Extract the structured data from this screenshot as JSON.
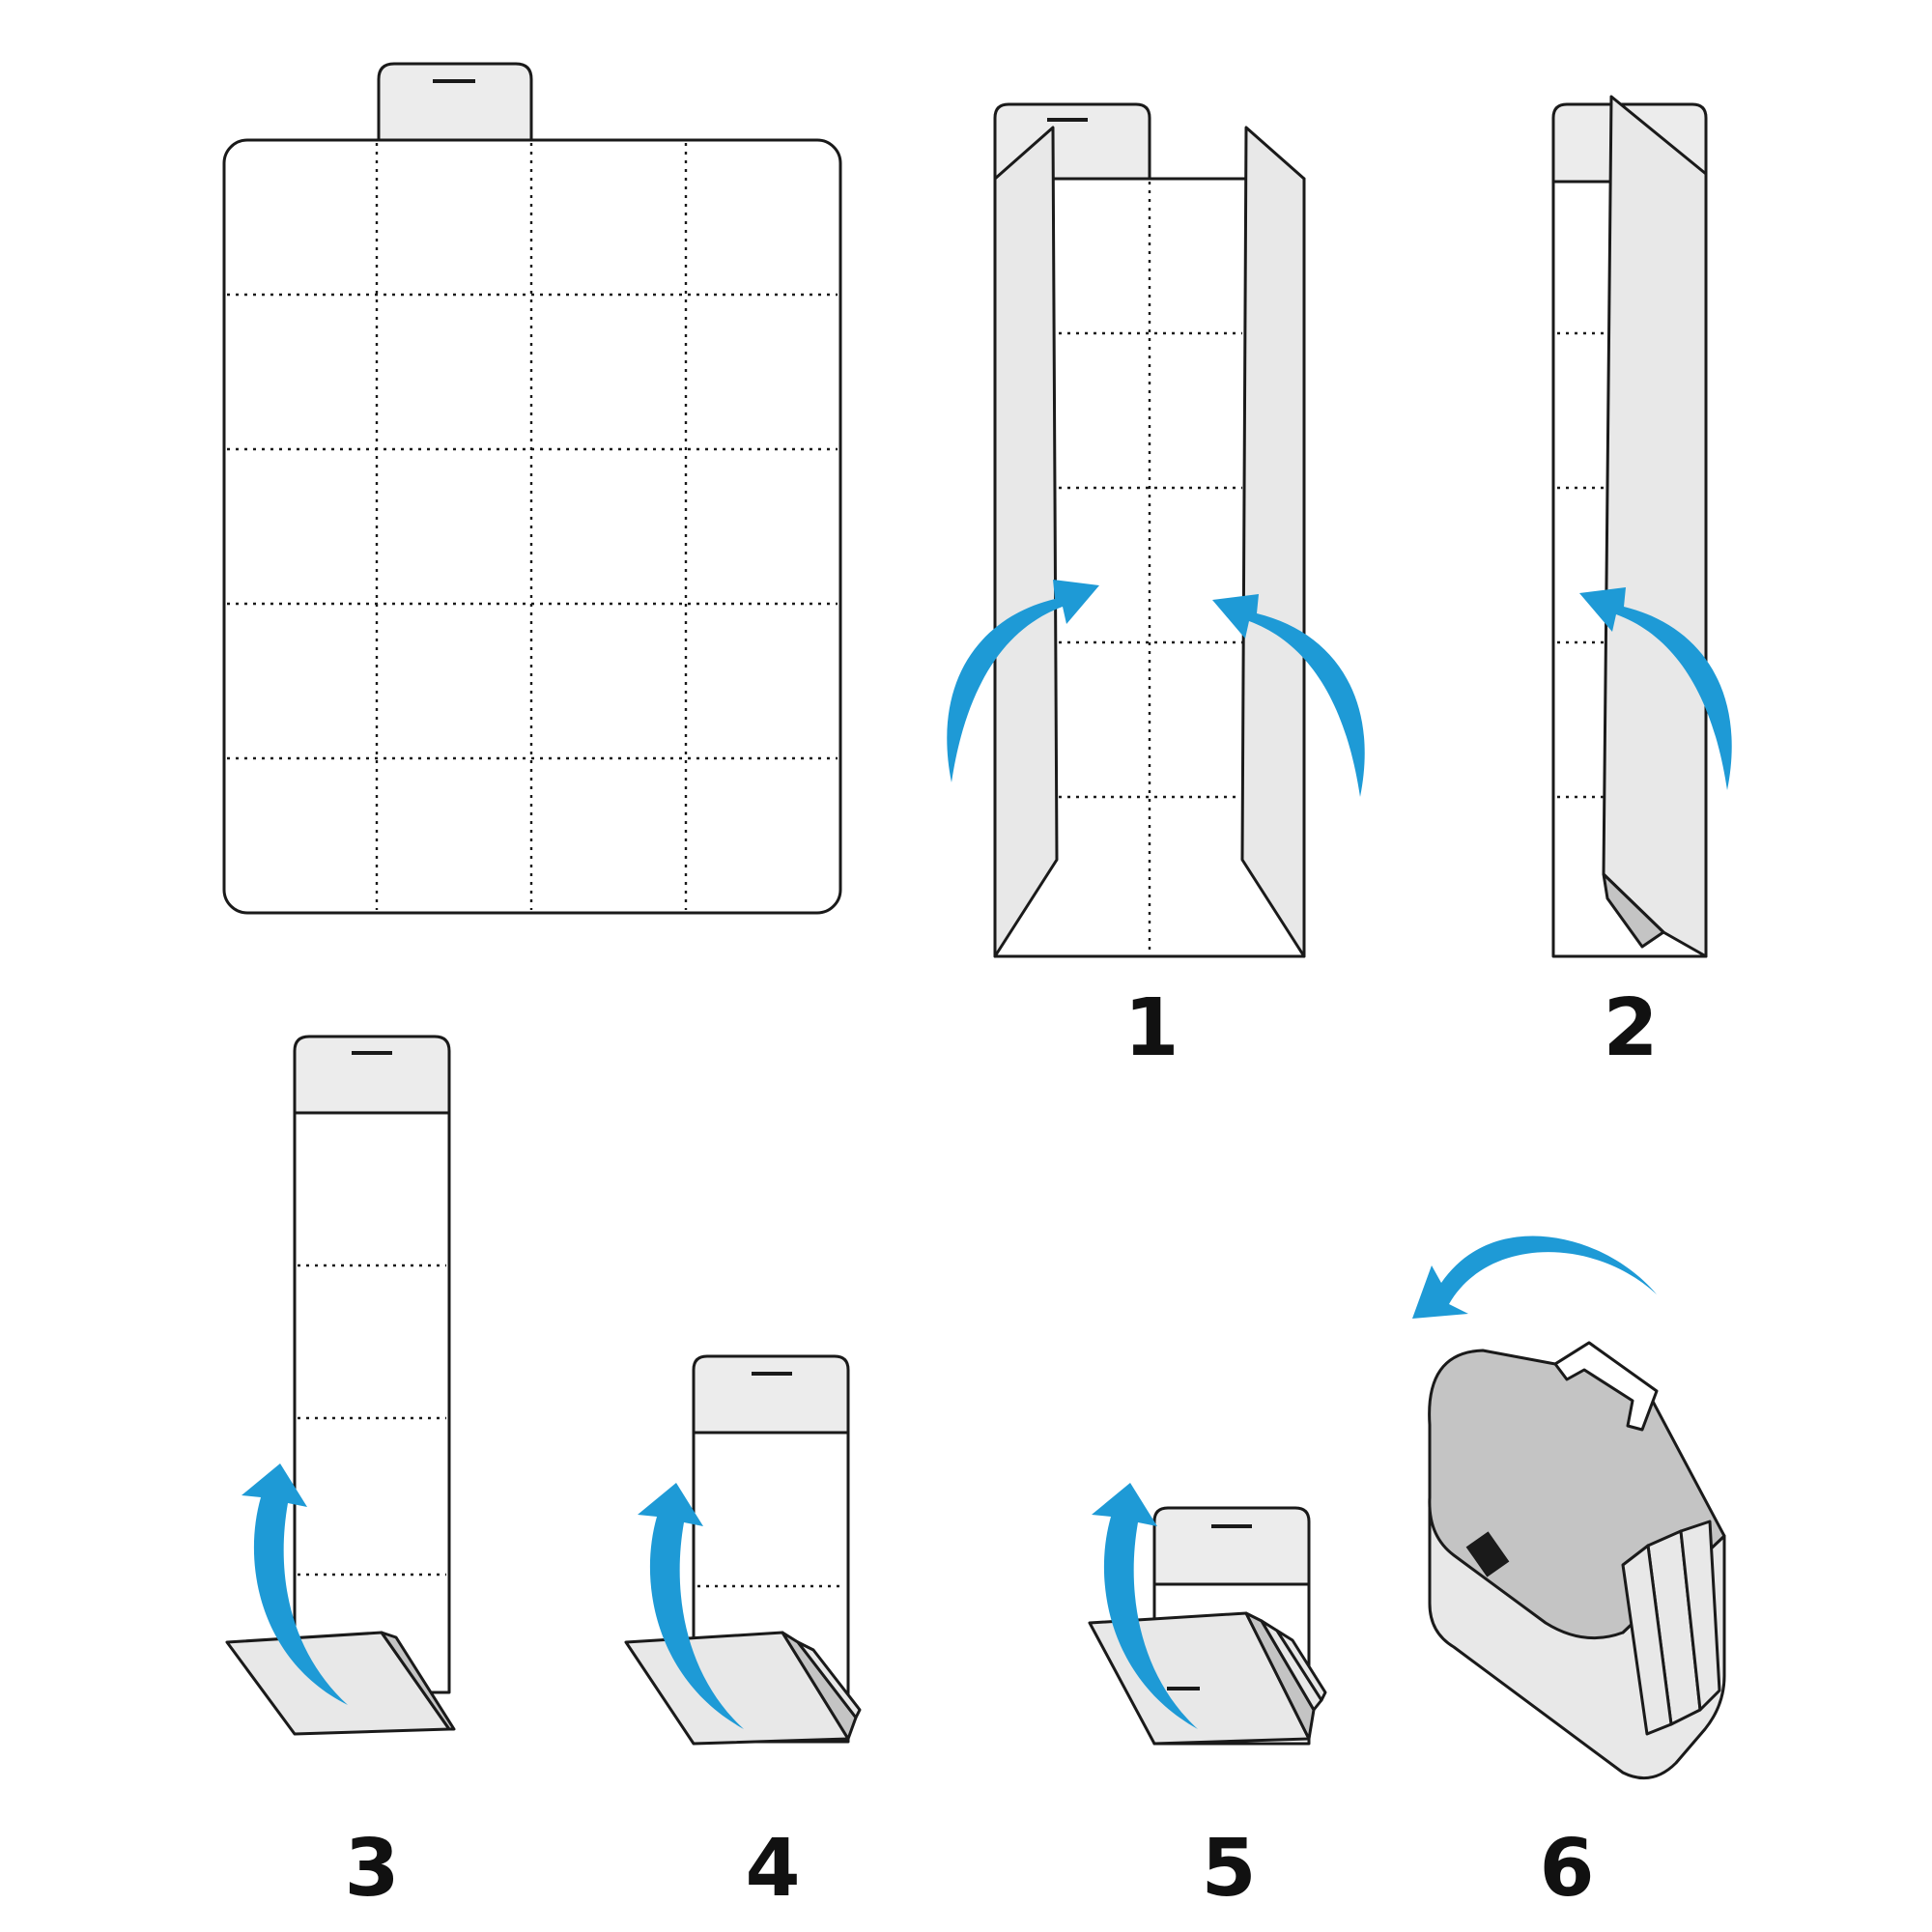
{
  "colors": {
    "arrow": "#1e9ad6",
    "flap": "#e8e8e8",
    "cover": "#c4c4c4",
    "outline": "#1a1a1a"
  },
  "steps": [
    {
      "label": "1"
    },
    {
      "label": "2"
    },
    {
      "label": "3"
    },
    {
      "label": "4"
    },
    {
      "label": "5"
    },
    {
      "label": "6"
    }
  ]
}
